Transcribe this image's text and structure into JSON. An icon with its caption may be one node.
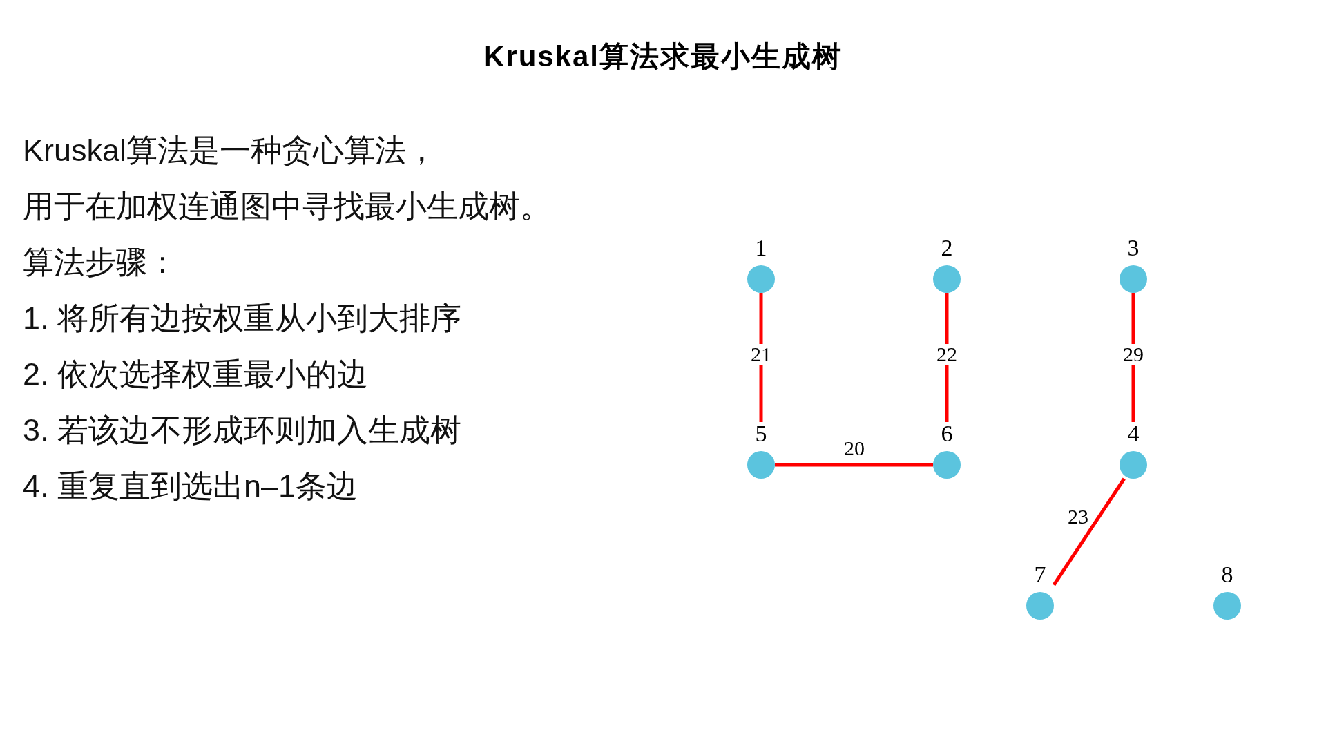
{
  "diagram": {
    "title": "Kruskal算法求最小生成树",
    "nodes": [
      {
        "text": [
          "1"
        ]
      },
      {
        "text": [
          "2"
        ]
      },
      {
        "text": [
          "3"
        ]
      },
      {
        "text": [
          "5"
        ]
      },
      {
        "text": [
          "6"
        ]
      },
      {
        "text": [
          "4"
        ]
      },
      {
        "text": [
          "7"
        ]
      },
      {
        "text": [
          "8"
        ]
      }
    ],
    "edges": [
      {
        "from": 0,
        "to": 3,
        "arrow": "none",
        "label": "21"
      },
      {
        "from": 1,
        "to": 4,
        "arrow": "none",
        "label": "22"
      },
      {
        "from": 2,
        "to": 5,
        "arrow": "none",
        "label": "29"
      },
      {
        "from": 3,
        "to": 4,
        "arrow": "none",
        "label": "20"
      },
      {
        "from": 5,
        "to": 6,
        "arrow": "none",
        "label": "23"
      }
    ],
    "labels": [
      "Kruskal算法是一种贪心算法，",
      "用于在加权连通图中寻找最小生成树。",
      "算法步骤：",
      "1. 将所有边按权重从小到大排序",
      "2. 依次选择权重最小的边",
      "3. 若该边不形成环则加入生成树",
      "4. 重复直到选出n–1条边"
    ]
  }
}
